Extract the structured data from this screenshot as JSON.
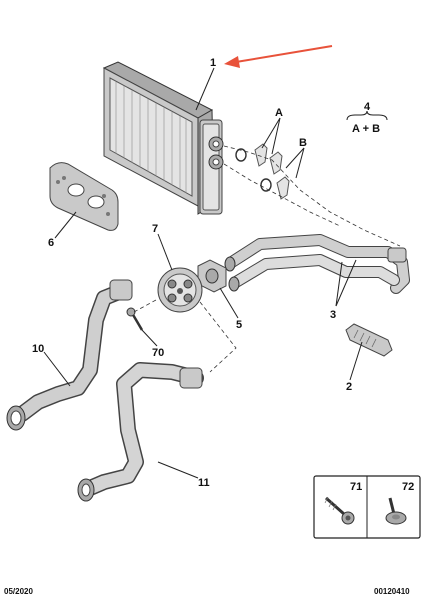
{
  "diagram": {
    "callouts": {
      "c1": "1",
      "c2": "2",
      "c3": "3",
      "c4": "4",
      "c5": "5",
      "c6": "6",
      "c7": "7",
      "c10": "10",
      "c11": "11",
      "c70": "70",
      "cA": "A",
      "cB": "B",
      "c71": "71",
      "c72": "72"
    },
    "kit_label": "A + B",
    "footer": {
      "date": "05/2020",
      "reference": "00120410"
    },
    "colors": {
      "highlight_arrow": "#e8523a",
      "part_fill": "#c9c9c9",
      "outline": "#444444"
    }
  }
}
